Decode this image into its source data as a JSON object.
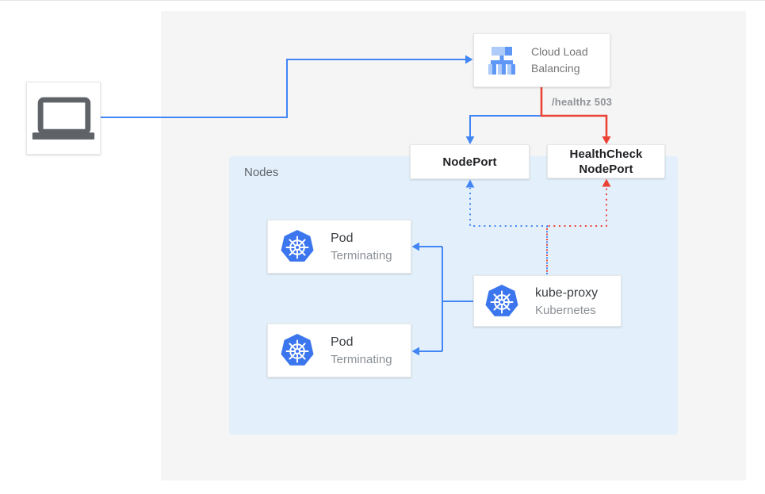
{
  "nodes_panel": {
    "label": "Nodes"
  },
  "client_device": {
    "icon": "laptop-icon"
  },
  "clb": {
    "label": "Cloud Load Balancing",
    "icon": "load-balancer-icon"
  },
  "edges": {
    "health_check_label": "/healthz 503"
  },
  "nodeport": {
    "label": "NodePort"
  },
  "healthcheck_nodeport": {
    "label": "HealthCheck NodePort"
  },
  "pods": [
    {
      "title": "Pod",
      "subtitle": "Terminating",
      "icon": "kubernetes-icon"
    },
    {
      "title": "Pod",
      "subtitle": "Terminating",
      "icon": "kubernetes-icon"
    }
  ],
  "kube_proxy": {
    "title": "kube-proxy",
    "subtitle": "Kubernetes",
    "icon": "kubernetes-icon"
  },
  "colors": {
    "blue": "#4285F4",
    "red": "#EA4335",
    "nodes_bg": "#E3F0FC",
    "canvas_bg": "#F5F5F5",
    "icon_blue_light": "#AECBFA",
    "icon_blue_dark": "#5E97F6",
    "kubernetes_blue": "#3B76EE",
    "laptop_gray": "#5F6368"
  }
}
